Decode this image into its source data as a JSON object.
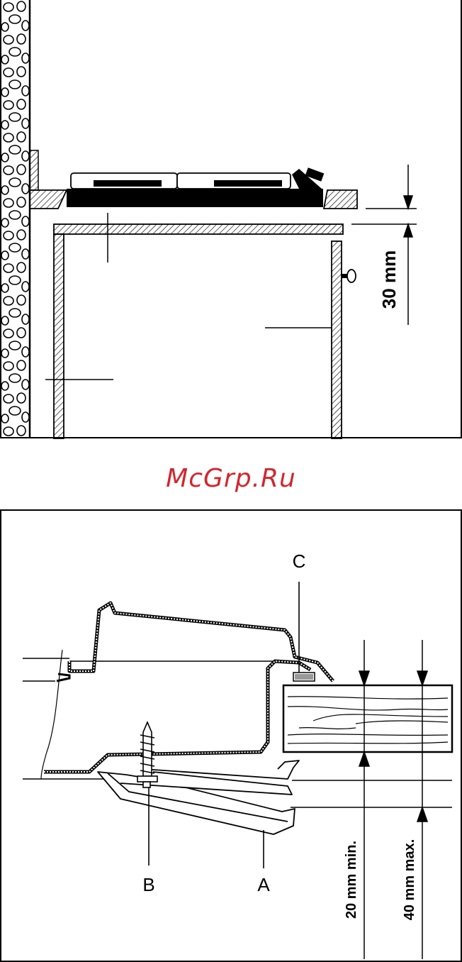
{
  "top_figure": {
    "dimension_label": "30 mm"
  },
  "watermark": {
    "text": "McGrp.Ru",
    "color": "#d0272f"
  },
  "bottom_figure": {
    "label_a": "A",
    "label_b": "B",
    "label_c": "C",
    "dimension_min": "20 mm min.",
    "dimension_max": "40 mm max."
  }
}
